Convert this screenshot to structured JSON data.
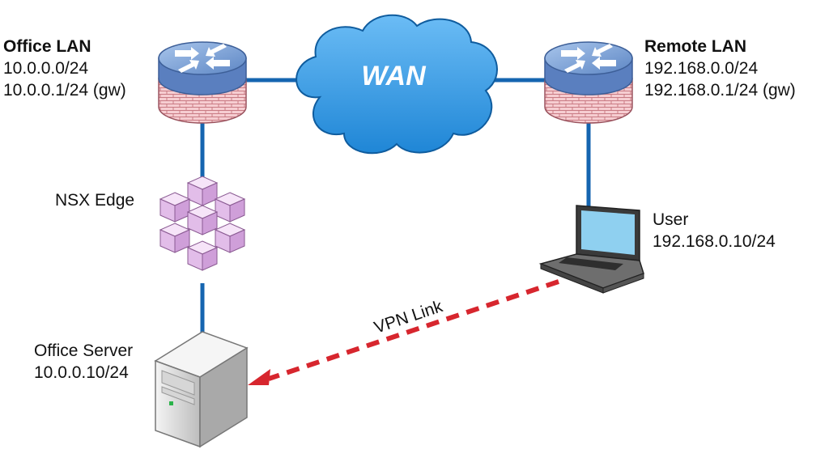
{
  "office_lan": {
    "title": "Office LAN",
    "subnet": "10.0.0.0/24",
    "gateway": "10.0.0.1/24 (gw)"
  },
  "remote_lan": {
    "title": "Remote LAN",
    "subnet": "192.168.0.0/24",
    "gateway": "192.168.0.1/24 (gw)"
  },
  "wan": {
    "label": "WAN"
  },
  "nsx_edge": {
    "label": "NSX Edge"
  },
  "user": {
    "label": "User",
    "ip": "192.168.0.10/24"
  },
  "office_server": {
    "label": "Office Server",
    "ip": "10.0.0.10/24"
  },
  "vpn": {
    "label": "VPN Link"
  },
  "colors": {
    "link": "#1565b0",
    "vpn": "#d7262e",
    "cloud": "#3aa0e8",
    "router_top": "#7fa6d8",
    "firewall_brick": "#f3c4c8",
    "nsx_cube": "#e6c6ec",
    "server_body": "#e2e2e2"
  },
  "icons": [
    "router-firewall-icon",
    "cloud-icon",
    "nsx-edge-cubes-icon",
    "laptop-icon",
    "server-icon"
  ]
}
